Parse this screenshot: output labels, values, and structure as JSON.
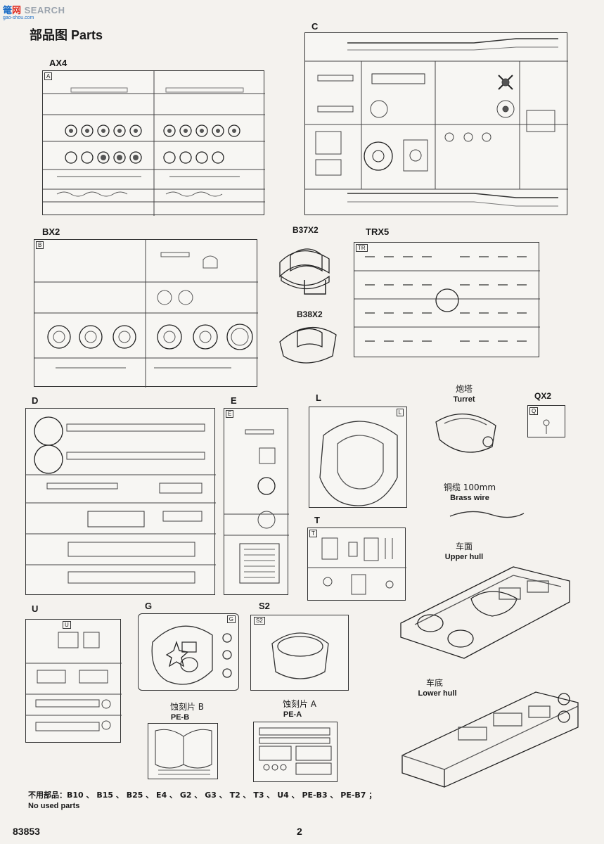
{
  "watermark": {
    "logo_cn_1": "篭",
    "logo_cn_2": "网",
    "logo_en": "SEARCH",
    "url": "gao-shou.com"
  },
  "header": {
    "title": "部品图 Parts"
  },
  "sprues": {
    "AX4": {
      "name": "AX4",
      "tab": "A"
    },
    "C": {
      "name": "C"
    },
    "BX2": {
      "name": "BX2",
      "tab": "B"
    },
    "B37X2": {
      "name": "B37X2"
    },
    "B38X2": {
      "name": "B38X2"
    },
    "TRX5": {
      "name": "TRX5",
      "tab": "TR"
    },
    "D": {
      "name": "D"
    },
    "E": {
      "name": "E",
      "tab": "E"
    },
    "L": {
      "name": "L",
      "tab": "L"
    },
    "QX2": {
      "name": "QX2",
      "tab": "Q"
    },
    "T": {
      "name": "T",
      "tab": "T"
    },
    "U": {
      "name": "U",
      "tab": "U"
    },
    "G": {
      "name": "G",
      "tab": "G"
    },
    "S2": {
      "name": "S2",
      "tab": "S2"
    }
  },
  "parts": {
    "turret": {
      "cn": "炮塔",
      "en": "Turret"
    },
    "brass_wire": {
      "cn": "铜缆 100mm",
      "en": "Brass  wire"
    },
    "upper_hull": {
      "cn": "车面",
      "en": "Upper hull"
    },
    "lower_hull": {
      "cn": "车底",
      "en": "Lower hull"
    },
    "pe_b": {
      "cn": "蚀刻片 B",
      "en": "PE-B"
    },
    "pe_a": {
      "cn": "蚀刻片 A",
      "en": "PE-A"
    }
  },
  "footer": {
    "unused_cn": "不用部品：B10 、 B15 、 B25 、 E4 、 G2 、 G3 、 T2 、 T3 、 U4 、 PE-B3 、 PE-B7 ；",
    "unused_en": "No used parts",
    "kit_number": "83853",
    "page_number": "2"
  }
}
